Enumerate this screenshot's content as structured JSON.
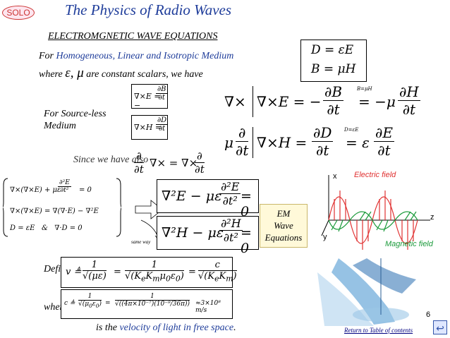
{
  "header": {
    "badge": "SOLO",
    "title": "The Physics of Radio Waves",
    "subtitle": "ELECTROMGNETIC WAVE EQUATIONS"
  },
  "intro": {
    "line1_prefix": "For ",
    "line1_highlight": "Homogeneous, Linear and Isotropic Medium",
    "line2_prefix": "where ",
    "line2_symbols": "ε, μ",
    "line2_suffix": " are constant scalars, we have"
  },
  "constitutive": {
    "eq1": "D = εE",
    "eq2": "B = μH"
  },
  "source_less": {
    "label_line1": "For Source-less",
    "label_line2": "Medium"
  },
  "since_text": "Since we have also",
  "same_way": "same way",
  "em_box": {
    "line1": "EM",
    "line2": "Wave",
    "line3": "Equations"
  },
  "wave_figure": {
    "x_label": "x",
    "y_label": "y",
    "z_label": "z",
    "electric_label": "Electric field",
    "magnetic_label": "Magnetic field",
    "electric_color": "#e03030",
    "magnetic_color": "#1a9a3a"
  },
  "define_label": "Define",
  "where_label": "where",
  "bottom": {
    "prefix": "is the ",
    "highlight": "velocity of light in free space",
    "suffix": "."
  },
  "page_number": "6",
  "toc_link": "Return to Table of contents",
  "colors": {
    "title": "#1e3c9a",
    "badge": "#cc3333"
  }
}
